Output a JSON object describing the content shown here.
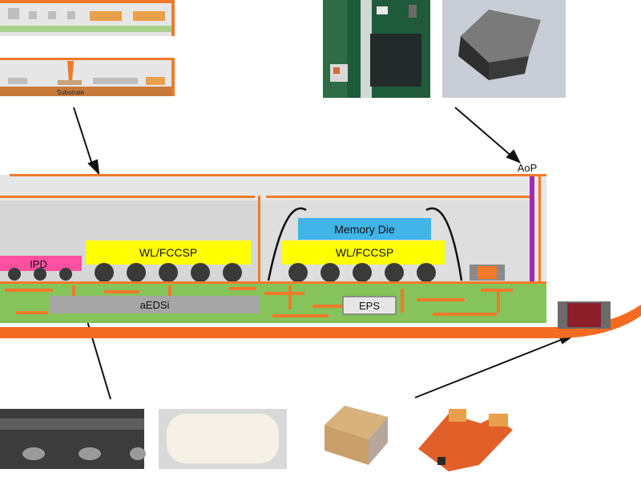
{
  "labels": {
    "aop": "AoP",
    "memory_die": "Memory Die",
    "wl_fccsp_left": "WL/FCCSP",
    "wl_fccsp_right": "WL/FCCSP",
    "ipd": "IPD",
    "aedsi": "aEDSi",
    "eps": "EPS",
    "substrate": "Substrate"
  },
  "colors": {
    "mold": "#d9d9d9",
    "frame": "#f07a2a",
    "substrate_green": "#86c35a",
    "wire_orange": "#f07a2a",
    "chip_yellow": "#ffff00",
    "memory_blue": "#41b4e8",
    "ipd_pink": "#ff4fa0",
    "aedsi_gray": "#a6a6a6",
    "eps_fill": "#d9d9d9",
    "bump_dark": "#3a3a3a",
    "antenna_purple": "#a02ab4",
    "flex_cable": "#f36b21",
    "component_maroon": "#8b1f2a"
  }
}
